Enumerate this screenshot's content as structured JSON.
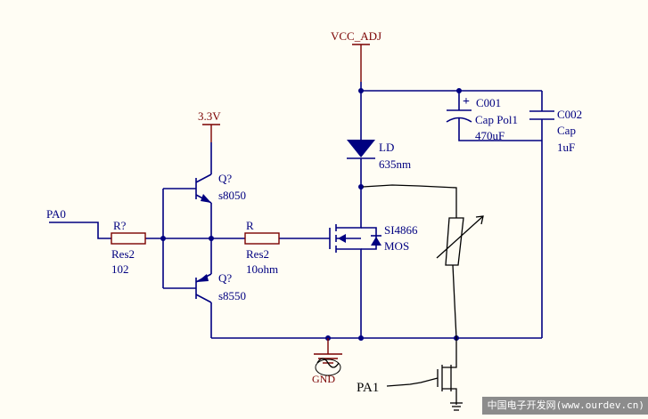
{
  "nets": {
    "vcc_adj": "VCC_ADJ",
    "v33": "3.3V",
    "pa0": "PA0",
    "pa1": "PA1",
    "gnd": "GND"
  },
  "components": {
    "r_base": {
      "designator": "R?",
      "comment": "Res2",
      "value": "102"
    },
    "q_npn": {
      "designator": "Q?",
      "value": "s8050"
    },
    "q_pnp": {
      "designator": "Q?",
      "value": "s8550"
    },
    "r_gate": {
      "designator": "R",
      "comment": "Res2",
      "value": "10ohm"
    },
    "mosfet": {
      "designator": "SI4866",
      "value": "MOS"
    },
    "laser": {
      "designator": "LD",
      "value": "635nm"
    },
    "c001": {
      "designator": "C001",
      "comment": "Cap Pol1",
      "value": "470uF"
    },
    "c002": {
      "designator": "C002",
      "comment": "Cap",
      "value": "1uF"
    }
  },
  "watermark": "中国电子开发网(www.ourdev.cn)",
  "colors": {
    "wire": "#000080",
    "power": "#7a0000",
    "background": "#fffdf4",
    "sketch": "#000000"
  }
}
